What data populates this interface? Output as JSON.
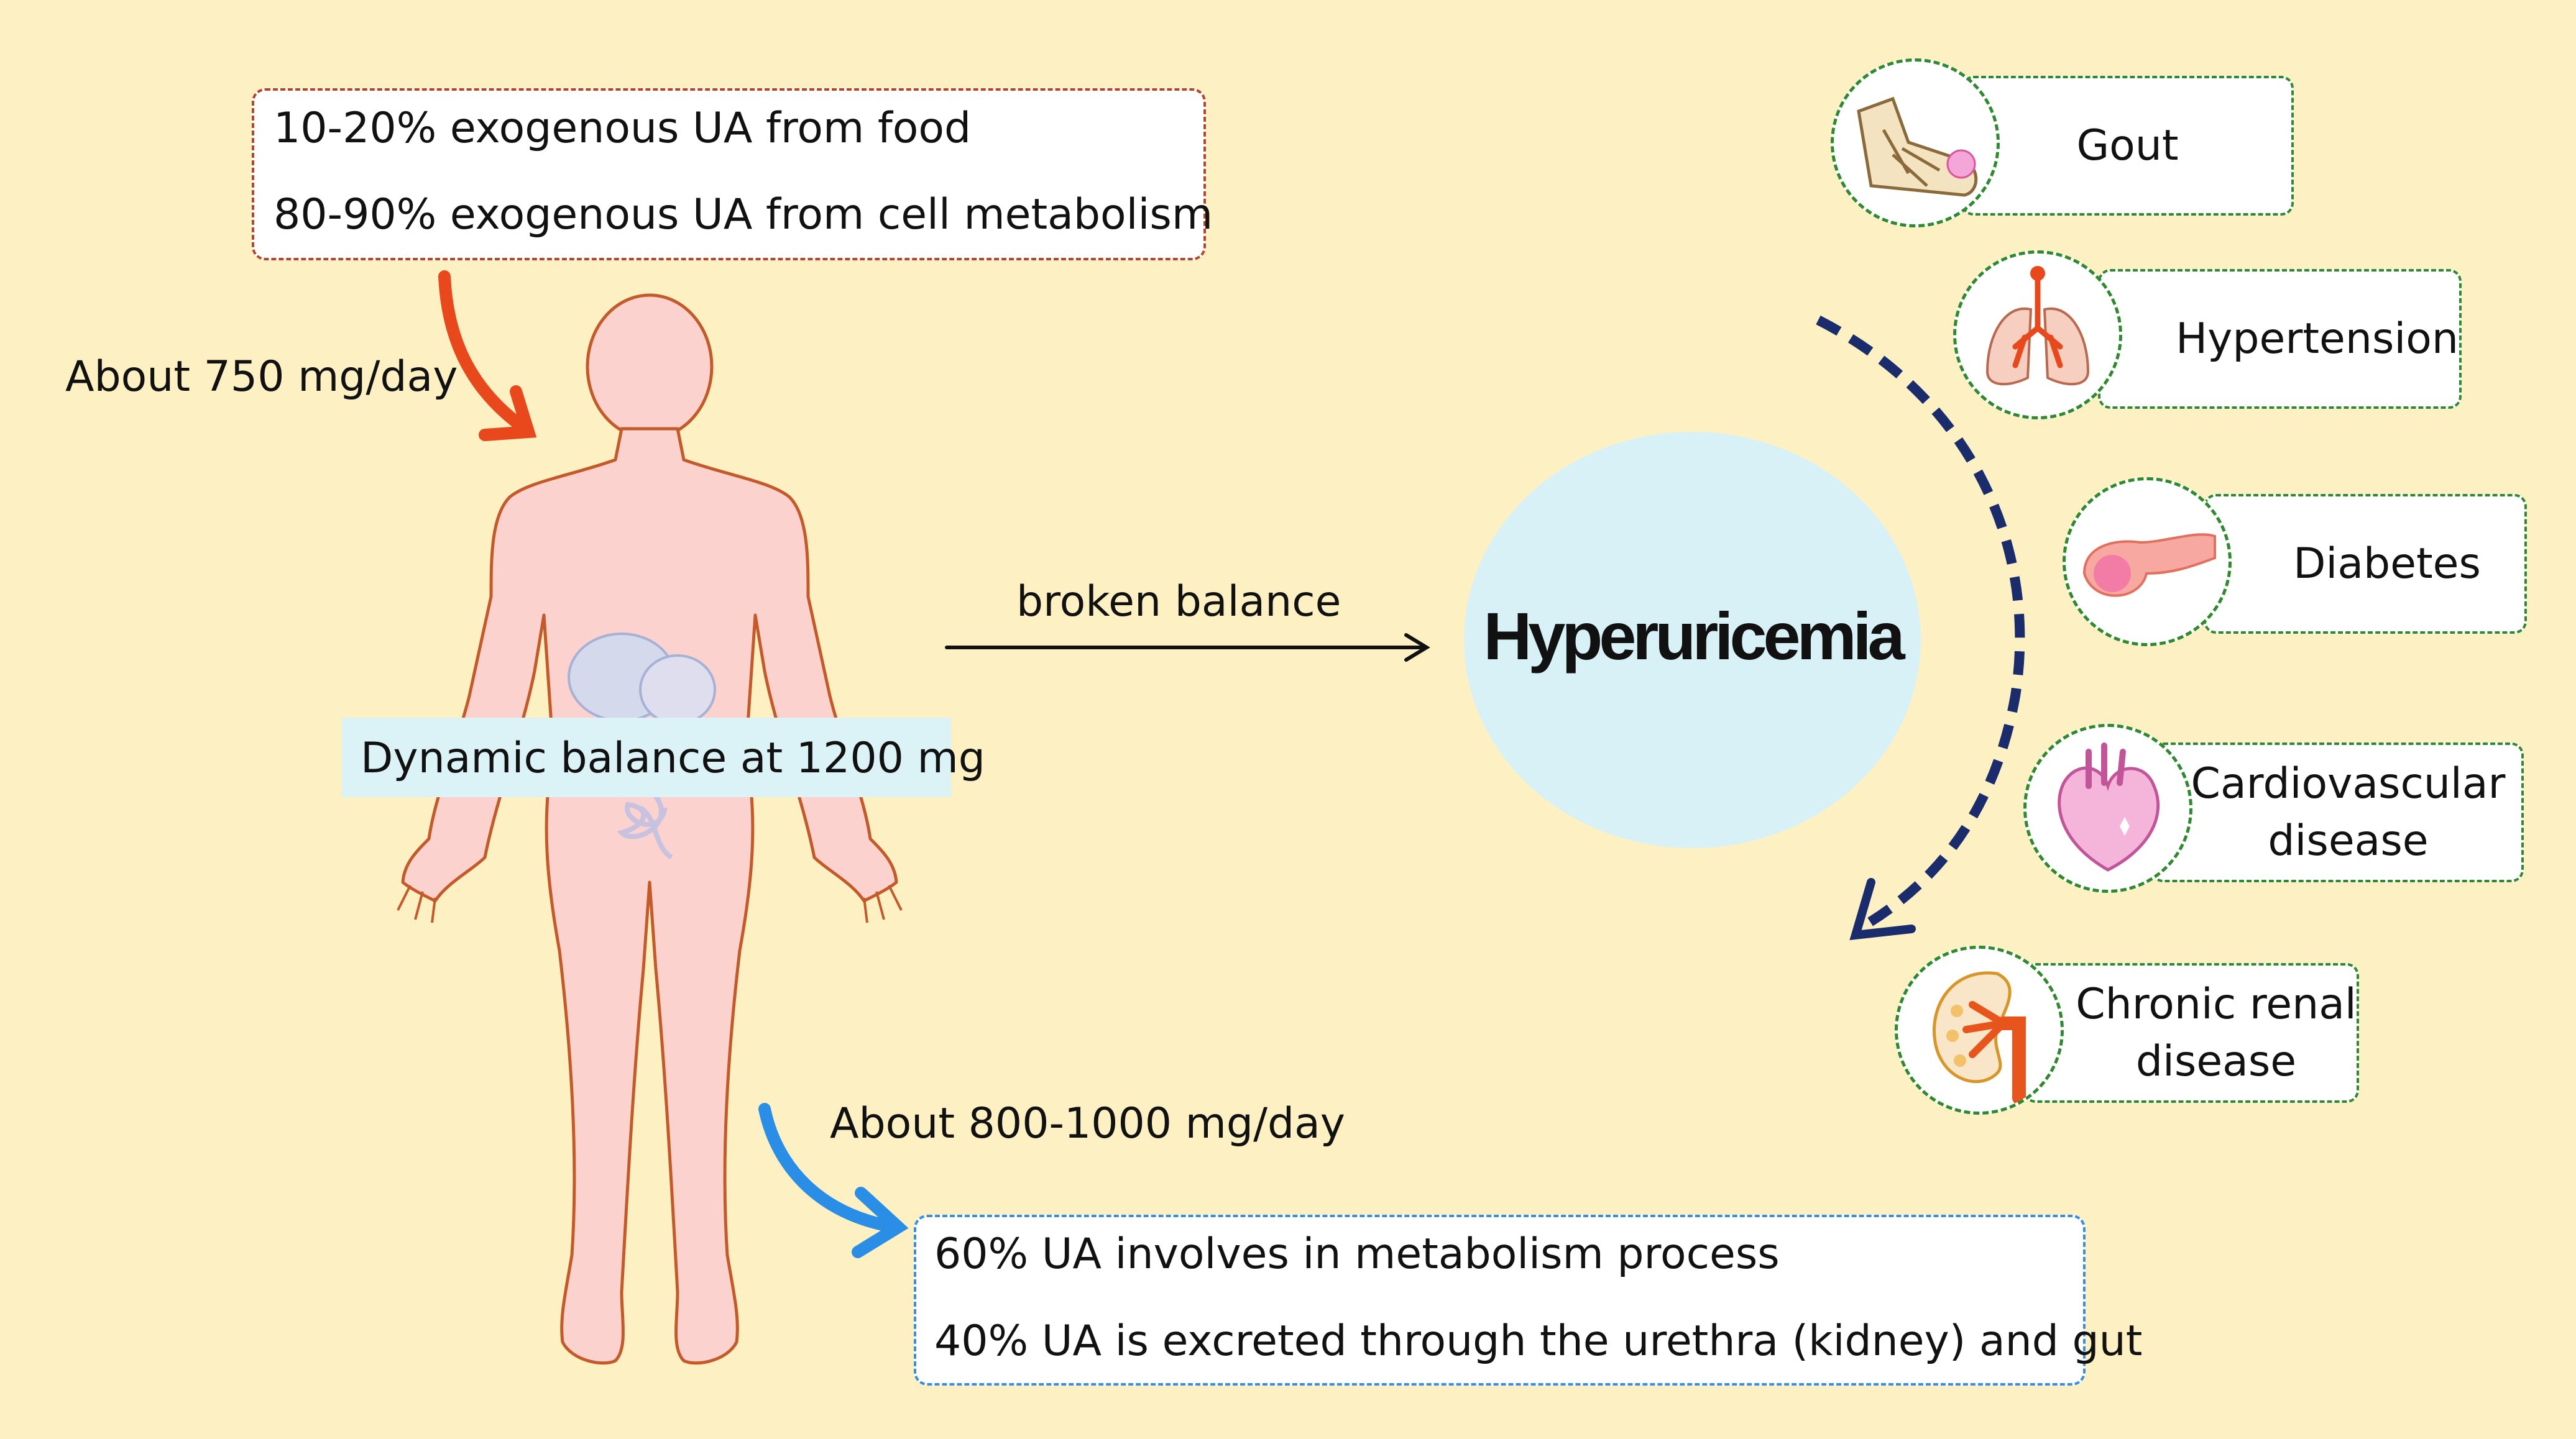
{
  "intake": {
    "line1": "10-20% exogenous UA from food",
    "line2": "80-90% exogenous UA from cell metabolism",
    "rate": "About 750 mg/day"
  },
  "body": {
    "balance": "Dynamic balance at 1200 mg"
  },
  "transition": {
    "label": "broken balance"
  },
  "center": {
    "title": "Hyperuricemia"
  },
  "output": {
    "rate": "About 800-1000 mg/day",
    "line1": "60% UA involves in metabolism process",
    "line2": "40% UA is excreted through the urethra (kidney) and gut"
  },
  "diseases": [
    {
      "icon": "foot-gout-icon",
      "label": "Gout"
    },
    {
      "icon": "lungs-icon",
      "label": "Hypertension"
    },
    {
      "icon": "pancreas-icon",
      "label": "Diabetes"
    },
    {
      "icon": "heart-icon",
      "line1": "Cardiovascular",
      "line2": "disease"
    },
    {
      "icon": "kidney-icon",
      "line1": "Chronic renal",
      "line2": "disease"
    }
  ],
  "colors": {
    "background": "#fdf1c4",
    "intake_arrow": "#e8481c",
    "output_arrow": "#2b8ee6",
    "disease_arrow": "#1a2c6b",
    "disease_border": "#2f8a2f",
    "body_fill": "#fbd2cd",
    "body_outline": "#c45a2a",
    "center_circle": "#d8f1f7"
  }
}
